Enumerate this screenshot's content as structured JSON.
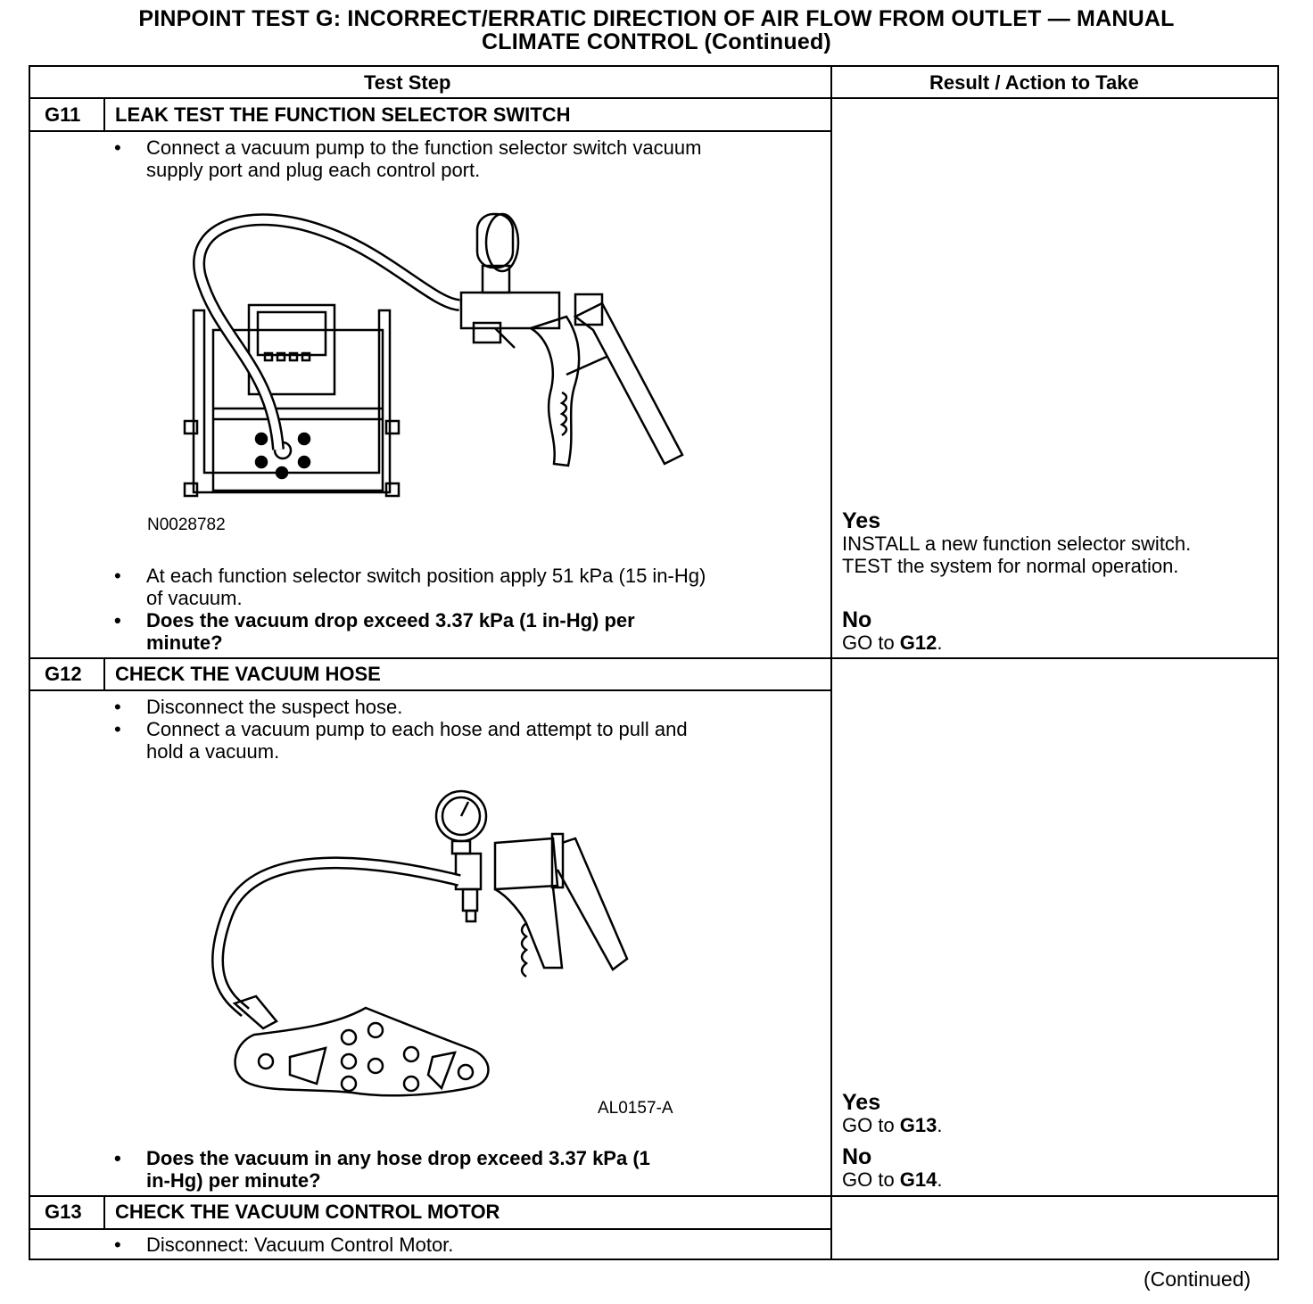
{
  "page": {
    "title_line1": "PINPOINT TEST G: INCORRECT/ERRATIC DIRECTION OF AIR FLOW FROM OUTLET — MANUAL",
    "title_line2": "CLIMATE CONTROL (Continued)",
    "footer": "(Continued)"
  },
  "table": {
    "headers": {
      "test_step": "Test Step",
      "result": "Result / Action to Take"
    }
  },
  "steps": [
    {
      "id": "G11",
      "heading": "LEAK TEST THE FUNCTION SELECTOR SWITCH",
      "bullet1": "Connect a vacuum pump to the function selector switch vacuum\nsupply port and plug each control port.",
      "figure_id": "N0028782",
      "bullet2": "At each function selector switch position apply 51 kPa (15 in-Hg)\nof vacuum.",
      "question": "Does the vacuum drop exceed 3.37 kPa (1 in-Hg) per\nminute?",
      "yes_label": "Yes",
      "yes_text": "INSTALL a new function selector switch.\nTEST the system for normal operation.",
      "no_label": "No",
      "no_prefix": "GO to ",
      "no_target": "G12",
      "no_suffix": "."
    },
    {
      "id": "G12",
      "heading": "CHECK THE VACUUM HOSE",
      "bullet1": "Disconnect the suspect hose.",
      "bullet2": "Connect a vacuum pump to each hose and attempt to pull and\nhold a vacuum.",
      "figure_id": "AL0157-A",
      "question": "Does the vacuum in any hose drop exceed 3.37 kPa (1\nin-Hg) per minute?",
      "yes_label": "Yes",
      "yes_prefix": "GO to ",
      "yes_target": "G13",
      "yes_suffix": ".",
      "no_label": "No",
      "no_prefix": "GO to ",
      "no_target": "G14",
      "no_suffix": "."
    },
    {
      "id": "G13",
      "heading": "CHECK THE VACUUM CONTROL MOTOR",
      "bullet1": "Disconnect: Vacuum Control Motor."
    }
  ]
}
